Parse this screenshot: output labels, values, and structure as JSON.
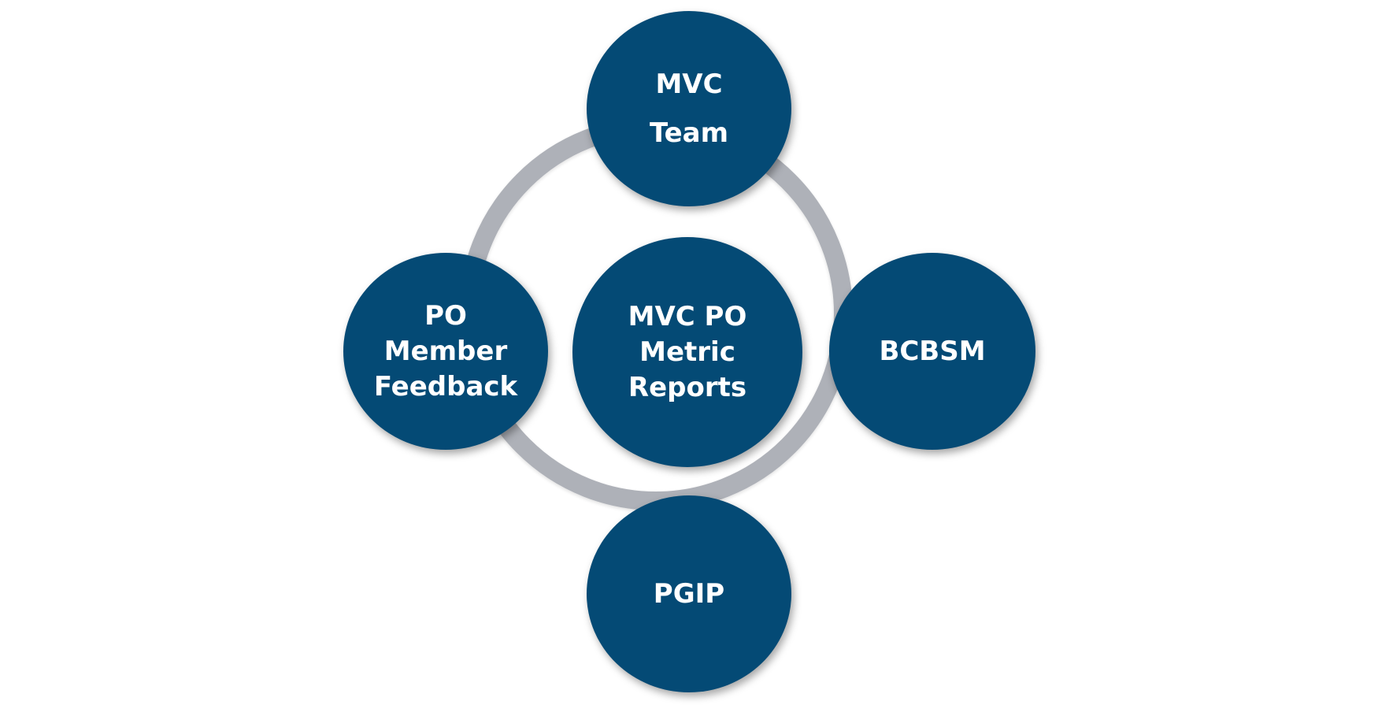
{
  "diagram": {
    "colors": {
      "node_fill": "#044a75",
      "node_text": "#ffffff",
      "ring": "#aeb1b8",
      "background": "#ffffff"
    },
    "nodes": {
      "top": "MVC\nTeam",
      "left": "PO\nMember\nFeedback",
      "center": "MVC PO\nMetric\nReports",
      "right": "BCBSM",
      "bottom": "PGIP"
    }
  }
}
